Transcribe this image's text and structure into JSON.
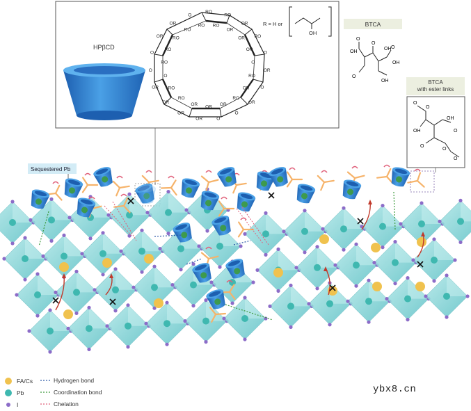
{
  "top_panel": {
    "hpbcd_label": "HPβCD",
    "r_label": "R = H or",
    "oh_label": "OH",
    "ring_labels": [
      "RO",
      "RO",
      "RO",
      "OR",
      "OR",
      "OR",
      "RO",
      "OR",
      "O",
      "O",
      "OR",
      "RO",
      "O",
      "OR",
      "OR",
      "RO",
      "O",
      "OR",
      "O",
      "OR",
      "OR",
      "OR",
      "OR",
      "RO",
      "OR",
      "RO",
      "OR",
      "O",
      "O",
      "RO",
      "O",
      "RO",
      "OR",
      "RO",
      "OR",
      "RO",
      "O",
      "RO"
    ]
  },
  "btca": {
    "title": "BTCA",
    "labels": [
      "O",
      "OH",
      "O",
      "OH",
      "O",
      "OH",
      "O",
      "OH"
    ]
  },
  "btca_ester": {
    "title_line1": "BTCA",
    "title_line2": "with ester links",
    "labels": [
      "O",
      "O",
      "OH",
      "O",
      "OH",
      "O",
      "O",
      "O"
    ]
  },
  "callout": {
    "sequestered": "Sequestered Pb"
  },
  "legend": {
    "fa_cs": "FA/Cs",
    "pb": "Pb",
    "i": "I",
    "hydrogen": "Hydrogen bond",
    "coordination": "Coordination bond",
    "chelation": "Chelation"
  },
  "colors": {
    "fa_cs": "#f0c24e",
    "pb": "#3fb8b0",
    "iodide": "#8c6cc8",
    "octahedron": "#7fd0d2",
    "cyclodextrin": "#2b7fd0",
    "linker": "#f6b36a",
    "hydrogen_bond": "#2f5aa8",
    "coordination_bond": "#3d9a3d",
    "chelation": "#e0607a",
    "arrow": "#c0392b"
  },
  "watermark": "ybx8.cn"
}
